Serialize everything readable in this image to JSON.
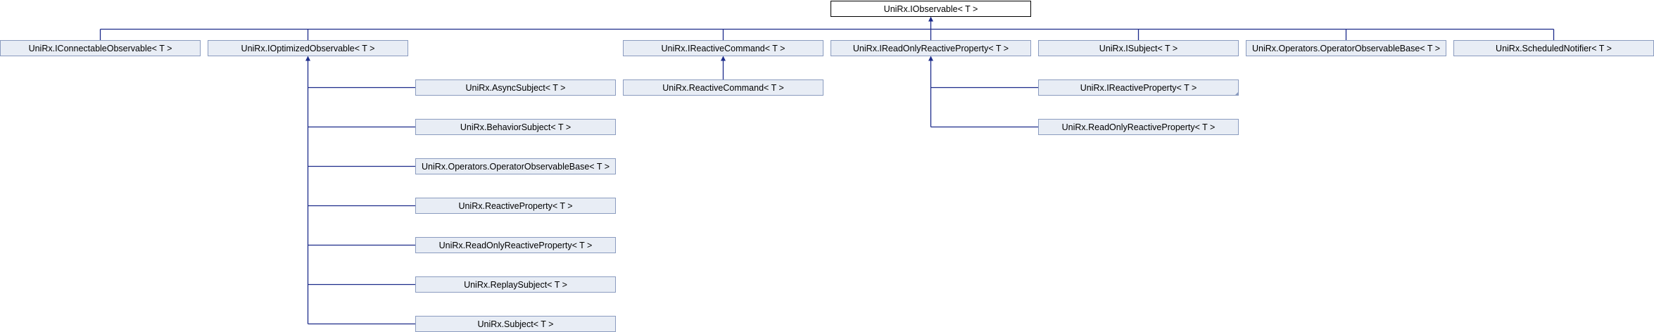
{
  "nodes": [
    {
      "id": "root",
      "label": "UniRx.IObservable< T >",
      "is_root": true
    },
    {
      "id": "iconnectable",
      "label": "UniRx.IConnectableObservable< T >"
    },
    {
      "id": "ioptimized",
      "label": "UniRx.IOptimizedObservable< T >"
    },
    {
      "id": "ireactivecommand",
      "label": "UniRx.IReactiveCommand< T >"
    },
    {
      "id": "ireadonlyreactiveproperty",
      "label": "UniRx.IReadOnlyReactiveProperty< T >"
    },
    {
      "id": "isubject",
      "label": "UniRx.ISubject< T >"
    },
    {
      "id": "operatorobservablebase-top",
      "label": "UniRx.Operators.OperatorObservableBase< T >"
    },
    {
      "id": "schedulednotifier",
      "label": "UniRx.ScheduledNotifier< T >"
    },
    {
      "id": "asyncsubject",
      "label": "UniRx.AsyncSubject< T >"
    },
    {
      "id": "behaviorsubject",
      "label": "UniRx.BehaviorSubject< T >"
    },
    {
      "id": "operatorobservablebase-sub",
      "label": "UniRx.Operators.OperatorObservableBase< T >"
    },
    {
      "id": "reactiveproperty",
      "label": "UniRx.ReactiveProperty< T >"
    },
    {
      "id": "readonlyreactiveproperty-sub",
      "label": "UniRx.ReadOnlyReactiveProperty< T >"
    },
    {
      "id": "replaysubject",
      "label": "UniRx.ReplaySubject< T >"
    },
    {
      "id": "subject",
      "label": "UniRx.Subject< T >"
    },
    {
      "id": "reactivecommand",
      "label": "UniRx.ReactiveCommand< T >"
    },
    {
      "id": "ireactiveproperty",
      "label": "UniRx.IReactiveProperty< T >",
      "has_more": true
    },
    {
      "id": "readonlyreactiveproperty",
      "label": "UniRx.ReadOnlyReactiveProperty< T >"
    }
  ],
  "edges": [
    {
      "from": "iconnectable",
      "to": "root"
    },
    {
      "from": "ioptimized",
      "to": "root"
    },
    {
      "from": "ireactivecommand",
      "to": "root"
    },
    {
      "from": "ireadonlyreactiveproperty",
      "to": "root"
    },
    {
      "from": "isubject",
      "to": "root"
    },
    {
      "from": "operatorobservablebase-top",
      "to": "root"
    },
    {
      "from": "schedulednotifier",
      "to": "root"
    },
    {
      "from": "asyncsubject",
      "to": "ioptimized"
    },
    {
      "from": "behaviorsubject",
      "to": "ioptimized"
    },
    {
      "from": "operatorobservablebase-sub",
      "to": "ioptimized"
    },
    {
      "from": "reactiveproperty",
      "to": "ioptimized"
    },
    {
      "from": "readonlyreactiveproperty-sub",
      "to": "ioptimized"
    },
    {
      "from": "replaysubject",
      "to": "ioptimized"
    },
    {
      "from": "subject",
      "to": "ioptimized"
    },
    {
      "from": "reactivecommand",
      "to": "ireactivecommand"
    },
    {
      "from": "ireactiveproperty",
      "to": "ireadonlyreactiveproperty"
    },
    {
      "from": "readonlyreactiveproperty",
      "to": "ireadonlyreactiveproperty"
    }
  ],
  "colors": {
    "node_fill": "#e8edf5",
    "node_border": "#8a9bbf",
    "root_fill": "#ffffff",
    "root_border": "#000000",
    "edge": "#1c2b8a"
  }
}
